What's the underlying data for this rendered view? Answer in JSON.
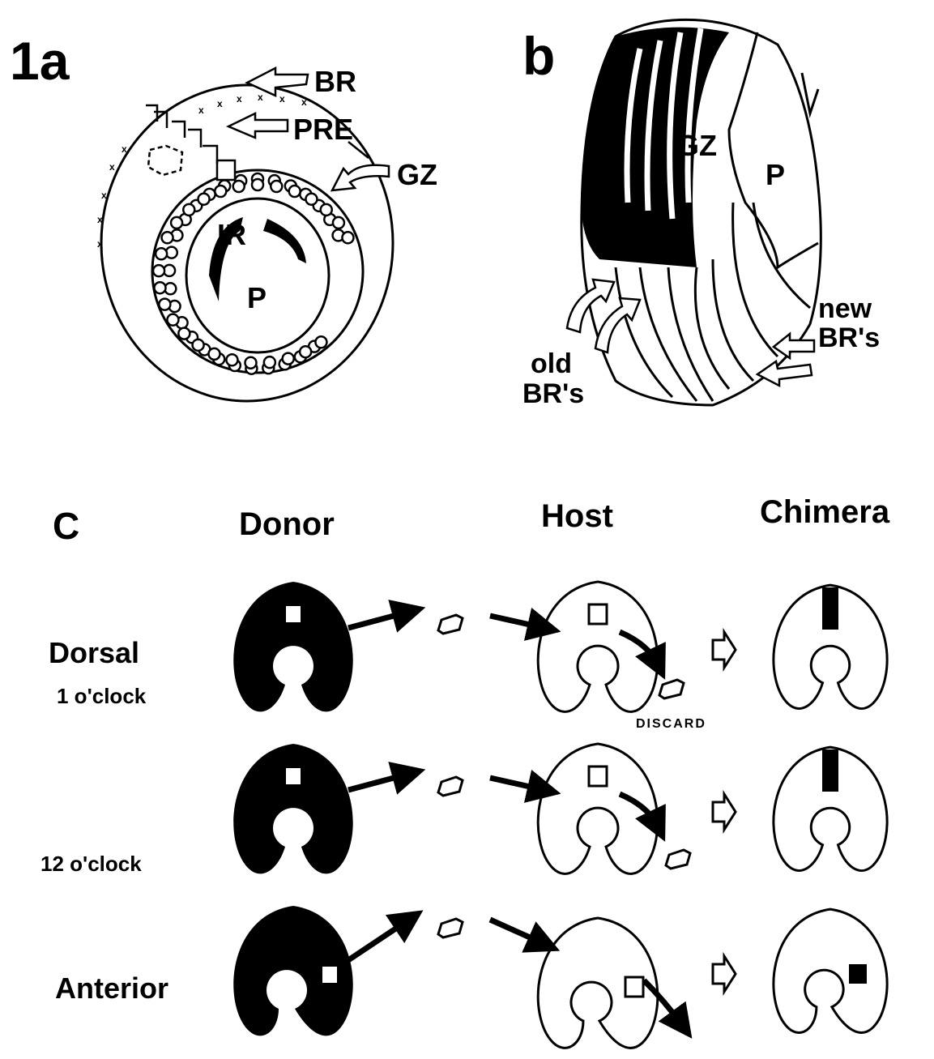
{
  "panel_a": {
    "label": "1a",
    "labels": {
      "br": "BR",
      "pre": "PRE",
      "gz": "GZ",
      "ir": "IR",
      "p": "P"
    }
  },
  "panel_b": {
    "label": "b",
    "labels": {
      "gz": "GZ",
      "p": "P",
      "old_1": "old",
      "old_2": "BR's",
      "new_1": "new",
      "new_2": "BR's"
    }
  },
  "panel_c": {
    "label": "C",
    "columns": {
      "donor": "Donor",
      "host": "Host",
      "chimera": "Chimera"
    },
    "rows": {
      "dorsal": "Dorsal",
      "one_oclock": "1 o'clock",
      "twelve_oclock": "12 o'clock",
      "anterior": "Anterior"
    },
    "discard": "DISCARD"
  }
}
